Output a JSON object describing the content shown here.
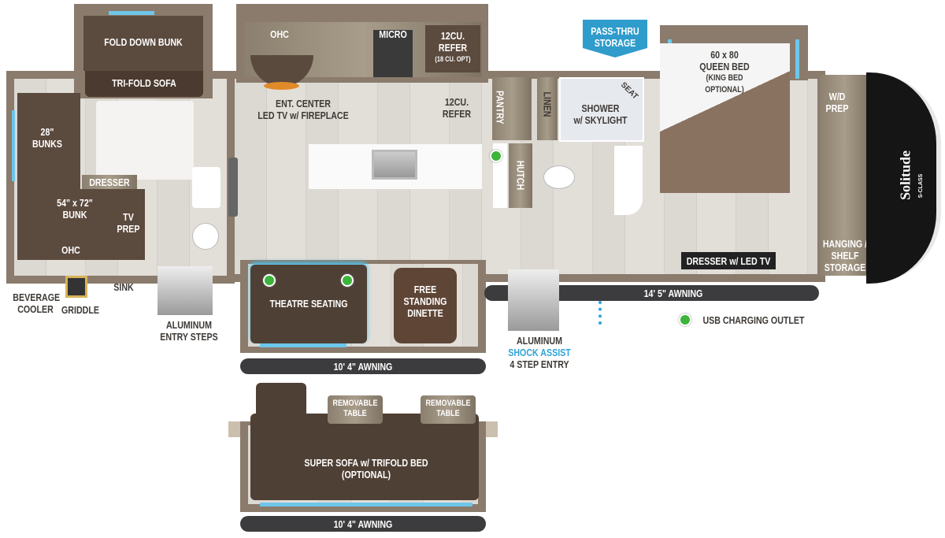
{
  "brand": "Solitude",
  "brand_sub": "S-CLASS",
  "rooms": {
    "fold_down_bunk": "FOLD DOWN BUNK",
    "tri_fold_sofa": "TRI-FOLD SOFA",
    "bunks_28": [
      "28\"",
      "BUNKS"
    ],
    "dresser": "DRESSER",
    "bunk_54x72": [
      "54\" x 72\"",
      "BUNK"
    ],
    "tv_prep": [
      "TV",
      "PREP"
    ],
    "ohc_bunk": "OHC",
    "beverage_cooler": [
      "BEVERAGE",
      "COOLER"
    ],
    "griddle": "GRIDDLE",
    "sink": "SINK",
    "aluminum_entry_steps": [
      "ALUMINUM",
      "ENTRY STEPS"
    ],
    "ohc_kitchen": "OHC",
    "micro": "MICRO",
    "refer_top": [
      "12CU.",
      "REFER",
      "(18 CU. OPT)"
    ],
    "ent_center": [
      "ENT. CENTER",
      "LED TV w/ FIREPLACE"
    ],
    "refer_main": [
      "12CU.",
      "REFER"
    ],
    "pantry": "PANTRY",
    "hutch": "HUTCH",
    "linen": "LINEN",
    "shower": [
      "SHOWER",
      "w/ SKYLIGHT"
    ],
    "seat": "SEAT",
    "pass_thru": [
      "PASS-THRU",
      "STORAGE"
    ],
    "queen_bed": [
      "60 x 80",
      "QUEEN BED",
      "(KING BED",
      "OPTIONAL)"
    ],
    "wd_prep": [
      "W/D",
      "PREP"
    ],
    "hanging_storage": [
      "HANGING /",
      "SHELF",
      "STORAGE"
    ],
    "dresser_tv": "DRESSER w/ LED TV",
    "theatre_seating": "THEATRE SEATING",
    "dinette": [
      "FREE",
      "STANDING",
      "DINETTE"
    ],
    "shock_assist": [
      "ALUMINUM",
      "SHOCK ASSIST",
      "4 STEP ENTRY"
    ],
    "removable_table_1": [
      "REMOVABLE",
      "TABLE"
    ],
    "removable_table_2": [
      "REMOVABLE",
      "TABLE"
    ],
    "super_sofa": [
      "SUPER SOFA w/ TRIFOLD BED",
      "(OPTIONAL)"
    ]
  },
  "awnings": {
    "living": "10' 4\" AWNING",
    "main": "14' 5\" AWNING",
    "option": "10' 4\" AWNING"
  },
  "legend": {
    "usb": "USB CHARGING OUTLET",
    "usb_color": "#3db43a"
  }
}
